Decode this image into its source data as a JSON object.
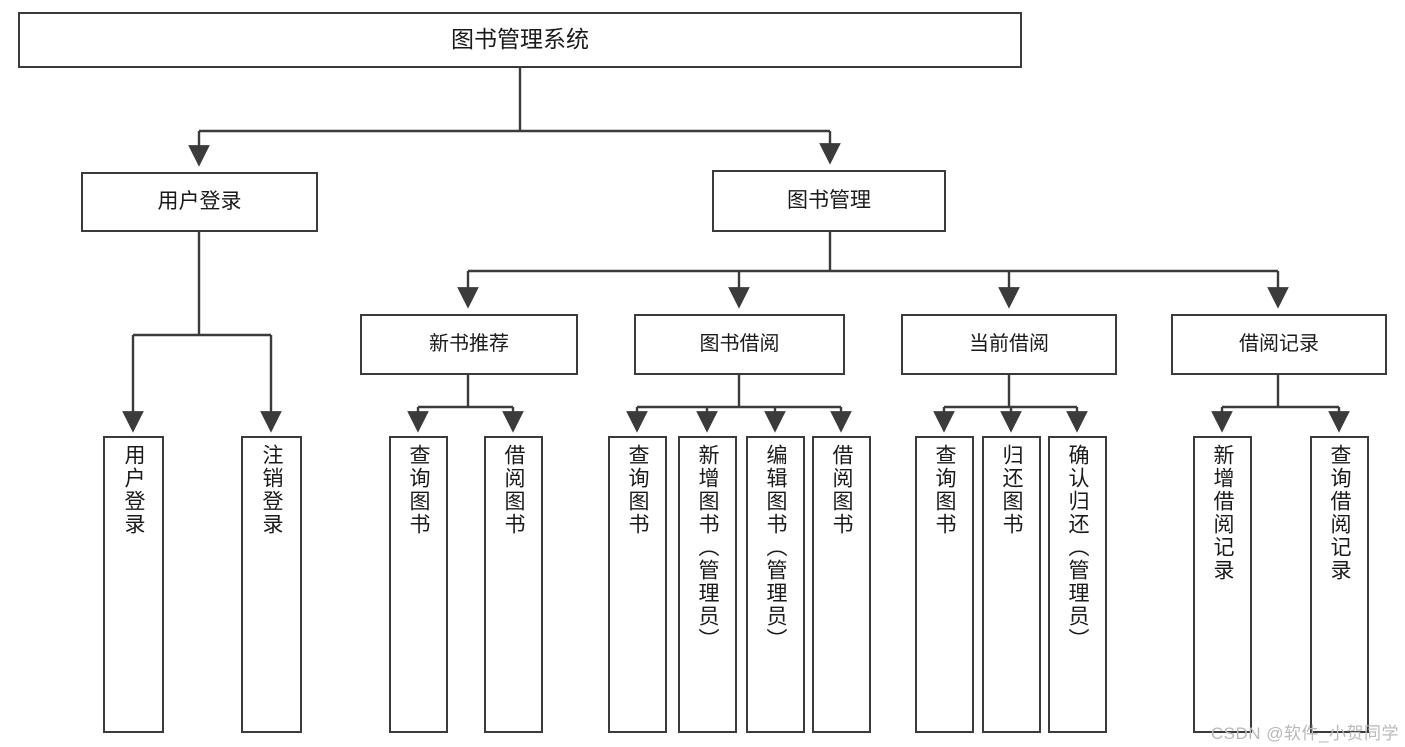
{
  "diagram": {
    "title": "图书管理系统",
    "type": "tree-hierarchy",
    "watermark": "CSDN @软件_小贺同学",
    "colors": {
      "background": "#ffffff",
      "box_border": "#3b3b3b",
      "box_fill": "#ffffff",
      "edge": "#3b3b3b",
      "text": "#1a1a1a",
      "watermark": "#b9b9b9"
    },
    "root": {
      "label": "图书管理系统"
    },
    "level2": [
      {
        "id": "user-login",
        "label": "用户登录"
      },
      {
        "id": "book-manage",
        "label": "图书管理"
      }
    ],
    "level3": [
      {
        "id": "new-book-recommend",
        "label": "新书推荐"
      },
      {
        "id": "book-borrow",
        "label": "图书借阅"
      },
      {
        "id": "current-borrow",
        "label": "当前借阅"
      },
      {
        "id": "borrow-record",
        "label": "借阅记录"
      }
    ],
    "leaves": {
      "user_login": [
        {
          "id": "leaf-user-login",
          "label": "用户登录"
        },
        {
          "id": "leaf-logout",
          "label": "注销登录"
        }
      ],
      "new_book_recommend": [
        {
          "id": "leaf-query-book-1",
          "label": "查询图书"
        },
        {
          "id": "leaf-borrow-book-1",
          "label": "借阅图书"
        }
      ],
      "book_borrow": [
        {
          "id": "leaf-query-book-2",
          "label": "查询图书"
        },
        {
          "id": "leaf-add-book",
          "label": "新增图书（管理员）"
        },
        {
          "id": "leaf-edit-book",
          "label": "编辑图书（管理员）"
        },
        {
          "id": "leaf-borrow-book-2",
          "label": "借阅图书"
        }
      ],
      "current_borrow": [
        {
          "id": "leaf-query-book-3",
          "label": "查询图书"
        },
        {
          "id": "leaf-return-book",
          "label": "归还图书"
        },
        {
          "id": "leaf-confirm-return",
          "label": "确认归还（管理员）"
        }
      ],
      "borrow_record": [
        {
          "id": "leaf-add-record",
          "label": "新增借阅记录"
        },
        {
          "id": "leaf-query-record",
          "label": "查询借阅记录"
        }
      ]
    }
  }
}
